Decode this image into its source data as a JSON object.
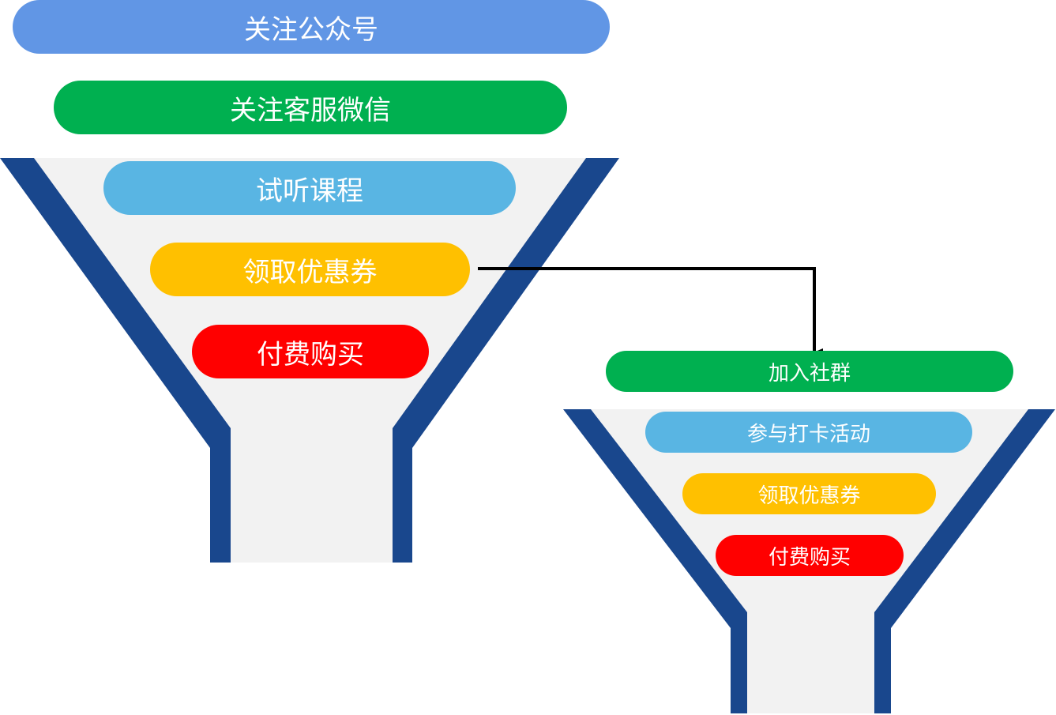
{
  "colors": {
    "funnel_wall": "#19478D",
    "funnel_fill": "#F2F2F2",
    "blue": "#6196E5",
    "green": "#00B050",
    "light_blue": "#59B5E3",
    "yellow": "#FFC000",
    "red": "#FF0000",
    "arrow": "#000000"
  },
  "main_funnel": {
    "steps": [
      {
        "label": "关注公众号"
      },
      {
        "label": "关注客服微信"
      },
      {
        "label": "试听课程"
      },
      {
        "label": "领取优惠券"
      },
      {
        "label": "付费购买"
      }
    ]
  },
  "secondary_funnel": {
    "steps": [
      {
        "label": "加入社群"
      },
      {
        "label": "参与打卡活动"
      },
      {
        "label": "领取优惠券"
      },
      {
        "label": "付费购买"
      }
    ]
  }
}
